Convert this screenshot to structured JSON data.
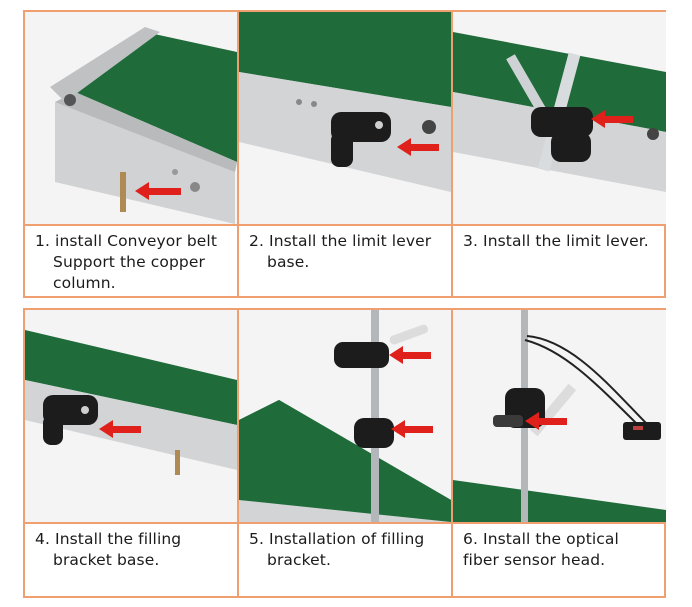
{
  "steps": [
    {
      "number": "1.",
      "lines": [
        "install Conveyor belt",
        "Support the copper",
        "column."
      ]
    },
    {
      "number": "2.",
      "lines": [
        "Install the limit lever",
        "base."
      ]
    },
    {
      "number": "3.",
      "lines": [
        "Install the limit lever."
      ]
    },
    {
      "number": "4.",
      "lines": [
        "Install the filling",
        "bracket base."
      ]
    },
    {
      "number": "5.",
      "lines": [
        "Installation of filling",
        "bracket."
      ]
    },
    {
      "number": "6.",
      "lines": [
        "Install the optical",
        "fiber sensor head."
      ]
    }
  ],
  "colors": {
    "border": "#f0a070",
    "belt": "#1f6b3a",
    "steel": "#c9cbcc",
    "arrow": "#e0201a",
    "clamp": "#1c1c1c"
  }
}
